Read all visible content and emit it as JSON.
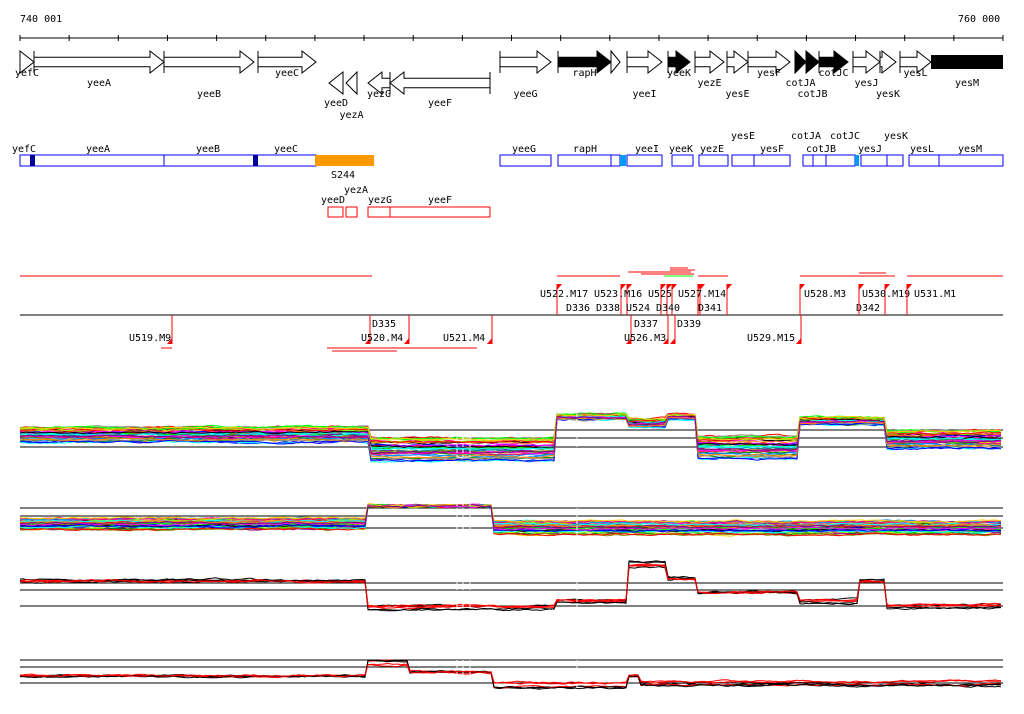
{
  "ruler": {
    "start_label": "740 001",
    "end_label": "760 000"
  },
  "genes": [
    {
      "name": "yefC",
      "strand": "+",
      "fill": "#ffffff"
    },
    {
      "name": "yeeA",
      "strand": "+",
      "fill": "#ffffff"
    },
    {
      "name": "yeeB",
      "strand": "+",
      "fill": "#ffffff"
    },
    {
      "name": "yeeC",
      "strand": "+",
      "fill": "#ffffff"
    },
    {
      "name": "yeeD",
      "strand": "-",
      "fill": "#ffffff"
    },
    {
      "name": "yezA",
      "strand": "-",
      "fill": "#ffffff"
    },
    {
      "name": "yezG",
      "strand": "-",
      "fill": "#ffffff"
    },
    {
      "name": "yeeF",
      "strand": "-",
      "fill": "#ffffff"
    },
    {
      "name": "yeeG",
      "strand": "+",
      "fill": "#ffffff"
    },
    {
      "name": "rapH",
      "strand": "+",
      "fill": "#000000"
    },
    {
      "name": "",
      "strand": "+",
      "fill": "#ffffff"
    },
    {
      "name": "yeeI",
      "strand": "+",
      "fill": "#ffffff"
    },
    {
      "name": "yeeK",
      "strand": "+",
      "fill": "#000000"
    },
    {
      "name": "yezE",
      "strand": "+",
      "fill": "#ffffff"
    },
    {
      "name": "yesE",
      "strand": "+",
      "fill": "#ffffff"
    },
    {
      "name": "yesF",
      "strand": "+",
      "fill": "#ffffff"
    },
    {
      "name": "cotJA",
      "strand": "+",
      "fill": "#000000"
    },
    {
      "name": "cotJB",
      "strand": "+",
      "fill": "#000000"
    },
    {
      "name": "cotJC",
      "strand": "+",
      "fill": "#000000"
    },
    {
      "name": "yesJ",
      "strand": "+",
      "fill": "#ffffff"
    },
    {
      "name": "yesK",
      "strand": "+",
      "fill": "#ffffff"
    },
    {
      "name": "yesL",
      "strand": "+",
      "fill": "#ffffff"
    },
    {
      "name": "yesM",
      "strand": "+",
      "fill": "#000000"
    }
  ],
  "operon_track": {
    "labels": [
      "yefC",
      "yeeA",
      "yeeB",
      "yeeC",
      "yeeG",
      "rapH",
      "yeeI",
      "yeeK",
      "yezE",
      "yesE",
      "yesF",
      "cotJA",
      "cotJB",
      "cotJC",
      "yesJ",
      "yesK",
      "yesL",
      "yesM"
    ],
    "promoter_label": "S244",
    "colors": {
      "box": "#0000ff",
      "dark": "#000099",
      "light": "#0099ff",
      "promoter": "#ff9900"
    }
  },
  "reverse_track": {
    "labels": [
      "yeeD",
      "yezA",
      "yezG",
      "yeeF"
    ],
    "color": "#ff0000"
  },
  "features": {
    "upper": [
      "U522.M17",
      "D336",
      "U523.M16",
      "D338",
      "U524",
      "D340",
      "U525",
      "U527.M14",
      "D341",
      "U528.M3",
      "D342",
      "U530.M19",
      "U531.M1"
    ],
    "lower": [
      "U519.M9",
      "D335",
      "U520.M4",
      "U521.M4",
      "D337",
      "U526.M3",
      "D339",
      "U529.M15"
    ],
    "color": "#ff0000"
  },
  "colors": {
    "expression_highlight": "#ff0000",
    "line": "#000000"
  }
}
